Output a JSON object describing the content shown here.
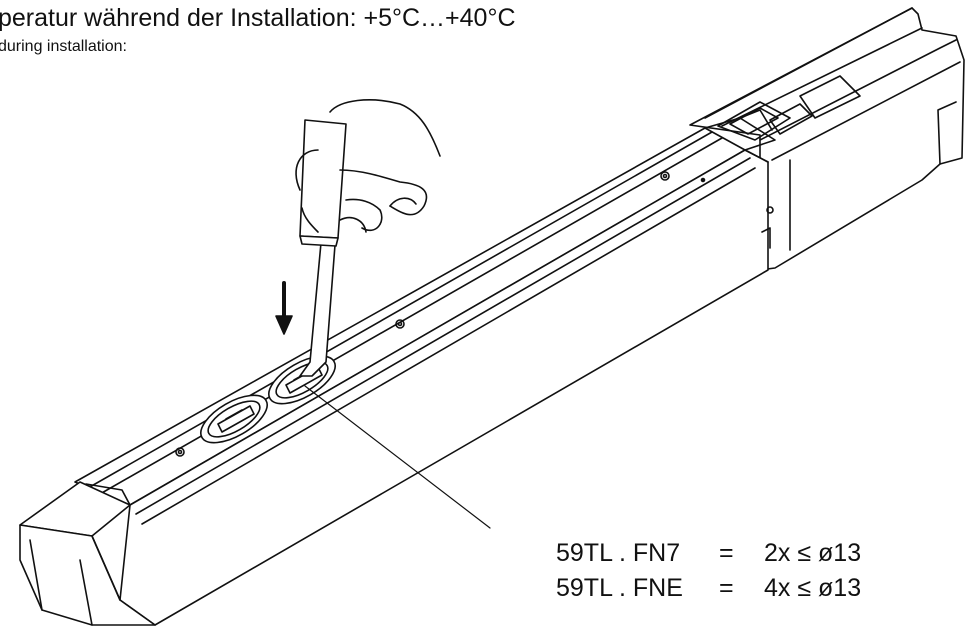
{
  "header": {
    "title": "peratur während der Installation: +5°C…+40°C",
    "subtitle": "during installation:"
  },
  "spec_table": {
    "rows": [
      {
        "model": "59TL . FN7",
        "eq": "=",
        "value": "2x ≤ ø13"
      },
      {
        "model": "59TL . FNE",
        "eq": "=",
        "value": "4x ≤ ø13"
      }
    ]
  }
}
